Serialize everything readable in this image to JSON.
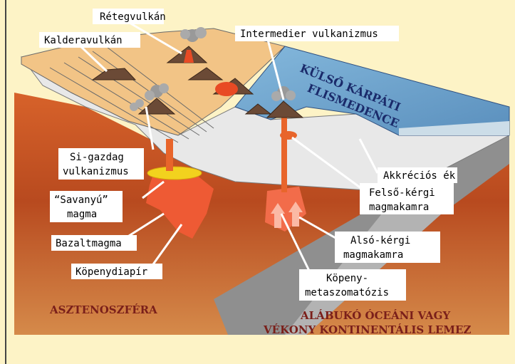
{
  "labels": {
    "retegvulkan": "Rétegvulkán",
    "kalderavulkan": "Kalderavulkán",
    "intermedier": "Intermedier vulkanizmus",
    "si_gazdag_1": "Si-gazdag",
    "si_gazdag_2": "vulkanizmus",
    "savanyu_1": "“Savanyú”",
    "savanyu_2": "magma",
    "bazaltmagma": "Bazaltmagma",
    "kopenydiapir": "Köpenydiapír",
    "akkrecios": "Akkréciós ék",
    "felso_1": "Felső-kérgi",
    "felso_2": "magmakamra",
    "also_1": "Alsó-kérgi",
    "also_2": "magmakamra",
    "kopeny_1": "Köpeny-",
    "kopeny_2": "metaszomatózis",
    "asztenoszfera": "ASZTENOSZFÉRA",
    "alabuko_1": "ALÁBUKÓ ÓCEÁNI VAGY",
    "alabuko_2": "VÉKONY KONTINENTÁLIS LEMEZ",
    "kulso_1": "KÜLSŐ KÁRPÁTI",
    "kulso_2": "FLISMEDENCE"
  },
  "colors": {
    "background": "#fdf3c6",
    "mantle": "#c2531e",
    "crust_top": "#f3c688",
    "crust_side": "#e6e6e6",
    "sea": "#6fa6cc",
    "slab": "#9a9a9a",
    "magma": "#e84a24",
    "savanyu_magma": "#f2d21e"
  }
}
